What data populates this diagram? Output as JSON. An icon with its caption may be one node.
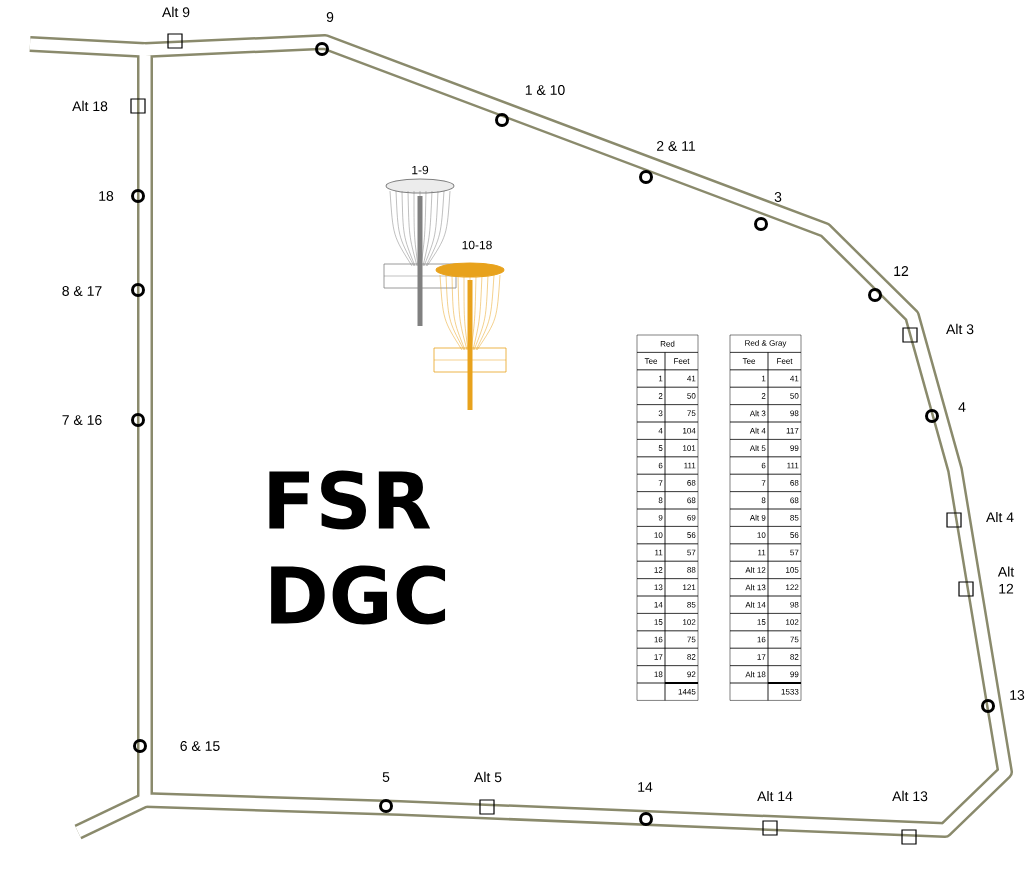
{
  "diagram": {
    "labels": [
      "Alt 9",
      "9",
      "1 & 10",
      "Alt 18",
      "2 & 11",
      "1-9",
      "18",
      "3",
      "10-18",
      "12",
      "8 & 17",
      "Alt 3",
      "4",
      "7 & 16",
      "FSR",
      "Alt 4",
      "Alt 12",
      "DGC",
      "13",
      "6 & 15",
      "5",
      "Alt 5",
      "14",
      "Alt 14",
      "Alt 13",
      "Red",
      "Tee",
      "Feet",
      "1",
      "41",
      "2",
      "50",
      "3",
      "75",
      "4",
      "104",
      "5",
      "101",
      "6",
      "111",
      "7",
      "68",
      "8",
      "68",
      "9",
      "69",
      "10",
      "56",
      "11",
      "57",
      "12",
      "88",
      "13",
      "121",
      "14",
      "85",
      "15",
      "102",
      "16",
      "75",
      "17",
      "82",
      "18",
      "92",
      "1445",
      "Red & Gray",
      "Tee",
      "Feet",
      "1",
      "41",
      "2",
      "50",
      "Alt 3",
      "98",
      "Alt 4",
      "117",
      "Alt 5",
      "99",
      "6",
      "111",
      "7",
      "68",
      "8",
      "68",
      "Alt 9",
      "85",
      "10",
      "56",
      "11",
      "57",
      "Alt 12",
      "105",
      "Alt 13",
      "122",
      "Alt 14",
      "98",
      "15",
      "102",
      "16",
      "75",
      "17",
      "82",
      "Alt 18",
      "99",
      "1533"
    ]
  }
}
